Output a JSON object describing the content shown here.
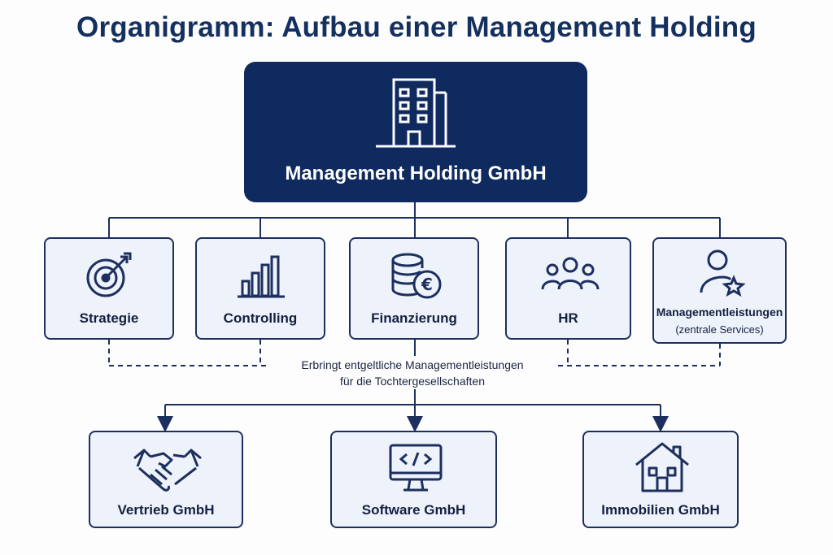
{
  "title": "Organigramm: Aufbau einer Management Holding",
  "holding": {
    "label": "Management Holding GmbH",
    "icon": "building-icon"
  },
  "functions": [
    {
      "label": "Strategie",
      "icon": "target-icon"
    },
    {
      "label": "Controlling",
      "icon": "bar-chart-icon"
    },
    {
      "label": "Finanzierung",
      "icon": "coins-euro-icon"
    },
    {
      "label": "HR",
      "icon": "people-icon"
    },
    {
      "label": "Managementleistungen",
      "sublabel": "(zentrale Services)",
      "icon": "user-star-icon"
    }
  ],
  "note": {
    "line1": "Erbringt entgeltliche Managementleistungen",
    "line2": "für die Tochtergesellschaften"
  },
  "subsidiaries": [
    {
      "label": "Vertrieb GmbH",
      "icon": "handshake-icon"
    },
    {
      "label": "Software GmbH",
      "icon": "monitor-code-icon"
    },
    {
      "label": "Immobilien GmbH",
      "icon": "house-icon"
    }
  ],
  "colors": {
    "primary": "#0f2a5e",
    "box_fill": "#eef2fb",
    "border": "#1c2f5e"
  }
}
